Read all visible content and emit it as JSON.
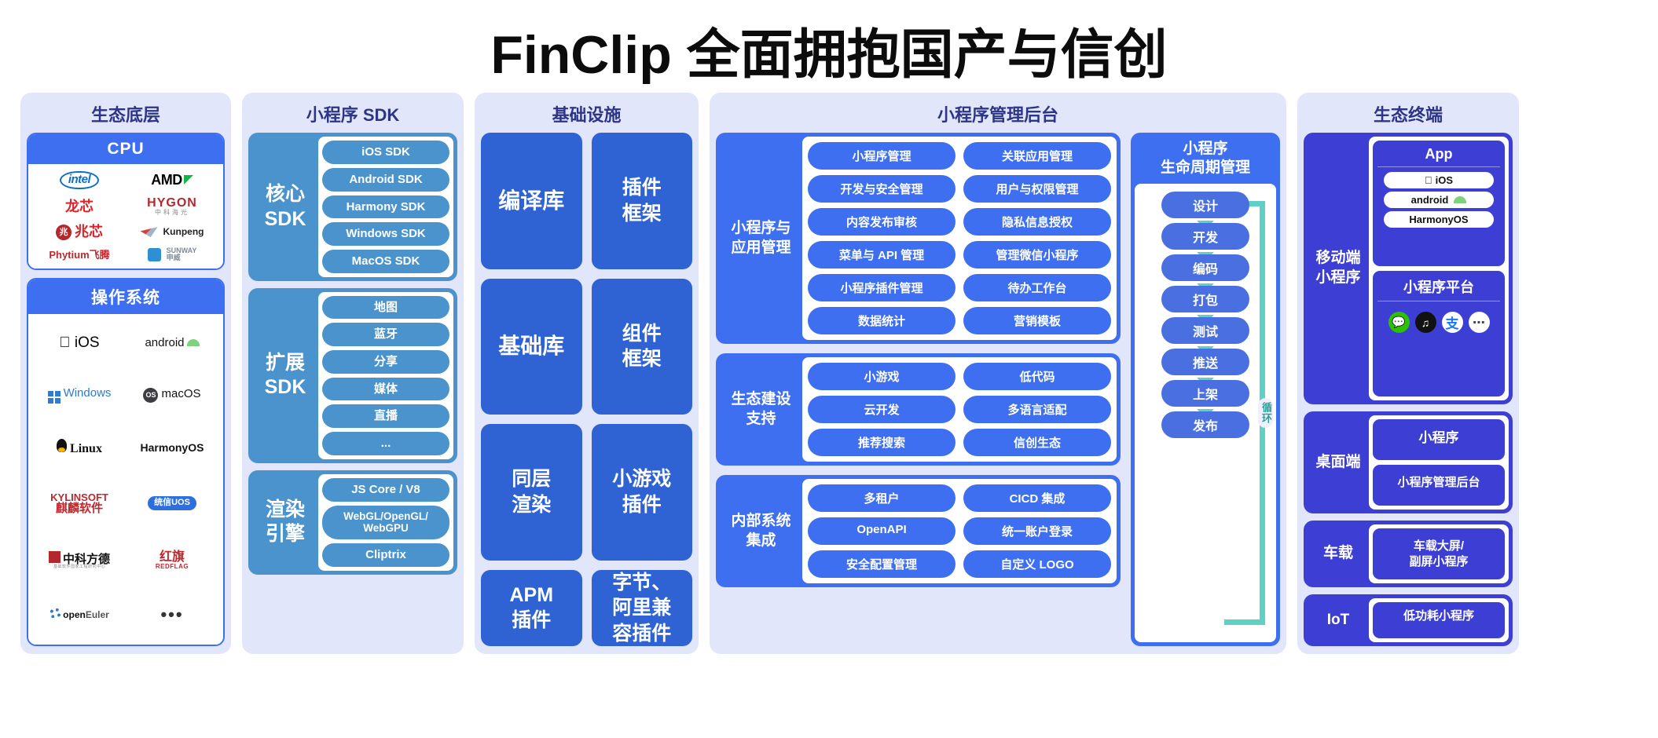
{
  "title": {
    "brand": "FinClip",
    "rest": " 全面拥抱国产与信创"
  },
  "colors": {
    "panel_bg": "#e2e6fb",
    "blue_primary": "#3d6ff0",
    "blue_deep": "#2f63d4",
    "blue_indigo": "#3d3fd4",
    "sdk_blue": "#4a93cd",
    "teal_arrow": "#5fd0c5",
    "title_color": "#2d3587"
  },
  "columns": {
    "ecosystem_base": {
      "title": "生态底层",
      "cpu": {
        "header": "CPU",
        "logos": [
          "intel",
          "AMD",
          "龙芯",
          "HYGON 中科海光",
          "兆芯",
          "Kunpeng",
          "Phytium飞腾",
          "SUNWAY 申威"
        ]
      },
      "os": {
        "header": "操作系统",
        "logos": [
          "iOS",
          "android",
          "Windows",
          "macOS",
          "Linux",
          "HarmonyOS",
          "KYLINSOFT 麒麟软件",
          "统信UOS",
          "中科方德",
          "红旗 REDFLAG",
          "openEuler",
          "..."
        ]
      }
    },
    "mini_program_sdk": {
      "title": "小程序 SDK",
      "blocks": [
        {
          "label": "核心\nSDK",
          "label_line1": "核心",
          "label_line2": "SDK",
          "items": [
            "iOS SDK",
            "Android SDK",
            "Harmony SDK",
            "Windows SDK",
            "MacOS SDK"
          ]
        },
        {
          "label_line1": "扩展",
          "label_line2": "SDK",
          "items": [
            "地图",
            "蓝牙",
            "分享",
            "媒体",
            "直播",
            "..."
          ]
        },
        {
          "label_line1": "渲染",
          "label_line2": "引擎",
          "items": [
            "JS Core / V8",
            "WebGL/OpenGL/\nWebGPU",
            "Cliptrix"
          ]
        }
      ]
    },
    "infrastructure": {
      "title": "基础设施",
      "cells": [
        "编译库",
        "插件\n框架",
        "基础库",
        "组件\n框架",
        "同层\n渲染",
        "小游戏\n插件",
        "APM\n插件",
        "字节、\n阿里兼\n容插件"
      ],
      "cells_flat": [
        {
          "text": "编译库",
          "lines": [
            "编译库"
          ]
        },
        {
          "text": "插件框架",
          "lines": [
            "插件",
            "框架"
          ]
        },
        {
          "text": "基础库",
          "lines": [
            "基础库"
          ]
        },
        {
          "text": "组件框架",
          "lines": [
            "组件",
            "框架"
          ]
        },
        {
          "text": "同层渲染",
          "lines": [
            "同层",
            "渲染"
          ]
        },
        {
          "text": "小游戏插件",
          "lines": [
            "小游戏",
            "插件"
          ]
        },
        {
          "text": "APM插件",
          "lines": [
            "APM",
            "插件"
          ]
        },
        {
          "text": "字节、阿里兼容插件",
          "lines": [
            "字节、",
            "阿里兼",
            "容插件"
          ]
        }
      ]
    },
    "admin_console": {
      "title": "小程序管理后台",
      "groups": [
        {
          "label_line1": "小程序与",
          "label_line2": "应用管理",
          "items": [
            "小程序管理",
            "关联应用管理",
            "开发与安全管理",
            "用户与权限管理",
            "内容发布审核",
            "隐私信息授权",
            "菜单与 API 管理",
            "管理微信小程序",
            "小程序插件管理",
            "待办工作台",
            "数据统计",
            "营销模板"
          ]
        },
        {
          "label_line1": "生态建设",
          "label_line2": "支持",
          "items": [
            "小游戏",
            "低代码",
            "云开发",
            "多语言适配",
            "推荐搜索",
            "信创生态"
          ]
        },
        {
          "label_line1": "内部系统",
          "label_line2": "集成",
          "items": [
            "多租户",
            "CICD 集成",
            "OpenAPI",
            "统一账户登录",
            "安全配置管理",
            "自定义 LOGO"
          ]
        }
      ],
      "lifecycle": {
        "title_line1": "小程序",
        "title_line2": "生命周期管理",
        "steps": [
          "设计",
          "开发",
          "编码",
          "打包",
          "测试",
          "推送",
          "上架",
          "发布"
        ],
        "loop_label": "循环"
      }
    },
    "terminals": {
      "title": "生态终端",
      "rows": [
        {
          "label_line1": "移动端",
          "label_line2": "小程序",
          "cards": [
            {
              "heading": "App",
              "pills": [
                "iOS",
                "android",
                "HarmonyOS"
              ]
            },
            {
              "heading": "小程序平台",
              "icons": [
                "wechat-icon",
                "douyin-icon",
                "alipay-icon",
                "more-icon"
              ]
            }
          ]
        },
        {
          "label_line1": "桌面端",
          "label_line2": "",
          "simple": [
            "小程序",
            "小程序管理后台"
          ]
        },
        {
          "label_line1": "车载",
          "label_line2": "",
          "simple_multiline": [
            [
              "车载大屏/",
              "副屏小程序"
            ]
          ]
        },
        {
          "label_line1": "IoT",
          "label_line2": "",
          "simple": [
            "低功耗小程序"
          ]
        }
      ]
    }
  }
}
